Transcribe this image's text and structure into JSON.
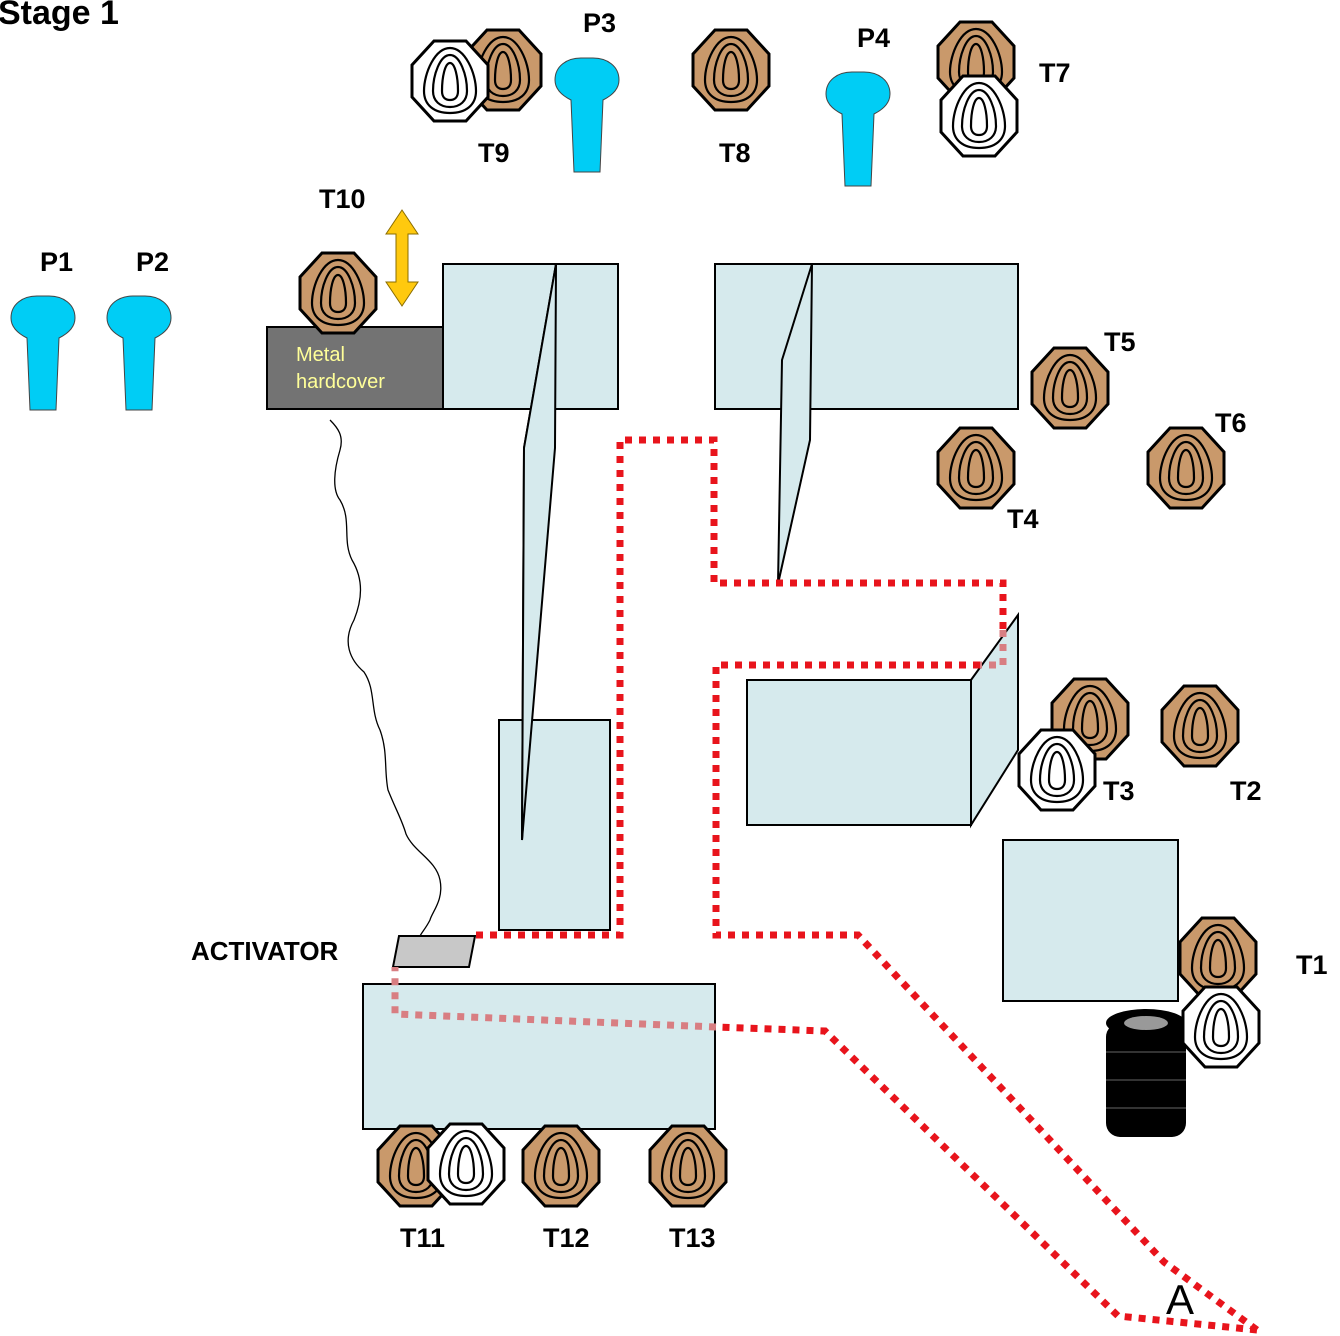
{
  "title": "Stage 1",
  "labels": {
    "p1": "P1",
    "p2": "P2",
    "p3": "P3",
    "p4": "P4",
    "t1": "T1",
    "t2": "T2",
    "t3": "T3",
    "t4": "T4",
    "t5": "T5",
    "t6": "T6",
    "t7": "T7",
    "t8": "T8",
    "t9": "T9",
    "t10": "T10",
    "t11": "T11",
    "t12": "T12",
    "t13": "T13",
    "activator": "ACTIVATOR",
    "metal_hardcover_line1": "Metal",
    "metal_hardcover_line2": "hardcover",
    "start_position": "A"
  },
  "colors": {
    "wall_fill": "#d6eaed",
    "popper": "#00cdf5",
    "target_brown": "#c9996b",
    "no_shoot_white": "#ffffff",
    "shooter_path": "#e8141c",
    "hardcover": "#737373",
    "hardcover_text": "#ffff99",
    "mover_arrow": "#ffc90e"
  }
}
